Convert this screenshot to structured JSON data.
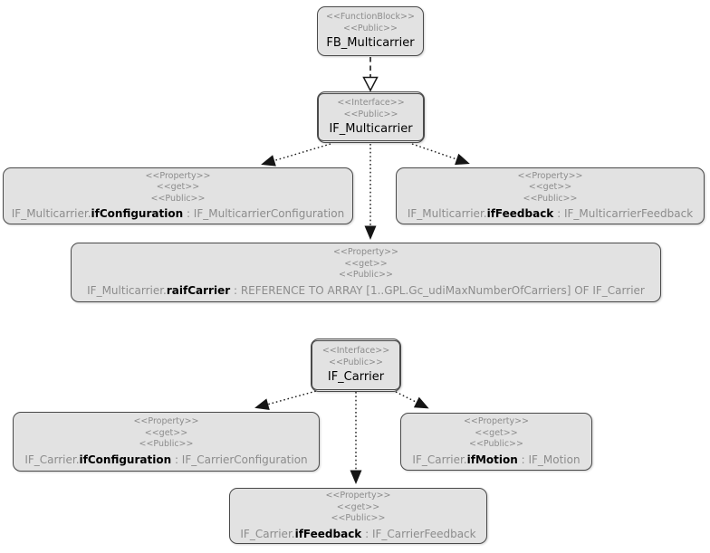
{
  "colors": {
    "node_fill": "#e2e2e2",
    "node_border": "#4a4a4a",
    "stereotype_text": "#8c8c8c",
    "name_text": "#000000",
    "signature_dim_text": "#8c8c8c",
    "wire_color": "#1a1a1a",
    "realization_arrow_fill": "#ffffff",
    "dependency_arrow_fill": "#151515"
  },
  "nodes": {
    "fb": {
      "st1": "<<FunctionBlock>>",
      "st2": "<<Public>>",
      "name": "FB_Multicarrier"
    },
    "if_mc": {
      "st1": "<<Interface>>",
      "st2": "<<Public>>",
      "name": "IF_Multicarrier"
    },
    "p_mc_cfg": {
      "st1": "<<Property>>",
      "st2": "<<get>>",
      "st3": "<<Public>>",
      "prefix": "IF_Multicarrier.",
      "member": "ifConfiguration",
      "suffix": " : IF_MulticarrierConfiguration"
    },
    "p_mc_fb": {
      "st1": "<<Property>>",
      "st2": "<<get>>",
      "st3": "<<Public>>",
      "prefix": "IF_Multicarrier.",
      "member": "ifFeedback",
      "suffix": " : IF_MulticarrierFeedback"
    },
    "p_mc_raif": {
      "st1": "<<Property>>",
      "st2": "<<get>>",
      "st3": "<<Public>>",
      "prefix": "IF_Multicarrier.",
      "member": "raifCarrier",
      "suffix": " : REFERENCE TO ARRAY [1..GPL.Gc_udiMaxNumberOfCarriers] OF IF_Carrier"
    },
    "if_c": {
      "st1": "<<Interface>>",
      "st2": "<<Public>>",
      "name": "IF_Carrier"
    },
    "p_c_cfg": {
      "st1": "<<Property>>",
      "st2": "<<get>>",
      "st3": "<<Public>>",
      "prefix": "IF_Carrier.",
      "member": "ifConfiguration",
      "suffix": " : IF_CarrierConfiguration"
    },
    "p_c_mot": {
      "st1": "<<Property>>",
      "st2": "<<get>>",
      "st3": "<<Public>>",
      "prefix": "IF_Carrier.",
      "member": "ifMotion",
      "suffix": " : IF_Motion"
    },
    "p_c_fb": {
      "st1": "<<Property>>",
      "st2": "<<get>>",
      "st3": "<<Public>>",
      "prefix": "IF_Carrier.",
      "member": "ifFeedback",
      "suffix": " : IF_CarrierFeedback"
    }
  }
}
